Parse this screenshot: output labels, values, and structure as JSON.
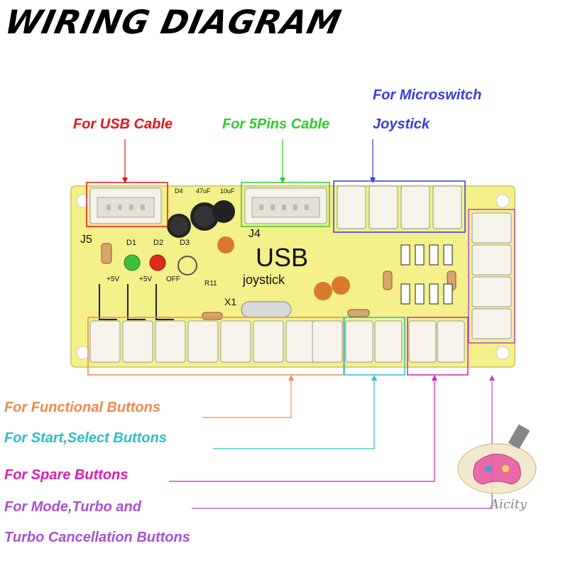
{
  "title": "WIRING DIAGRAM",
  "labels": {
    "usb_cable": "For USB Cable",
    "five_pins": "For 5Pins Cable",
    "microswitch_line1": "For Microswitch",
    "microswitch_line2": "Joystick",
    "functional": "For Functional Buttons",
    "start_select": "For Start,Select Buttons",
    "spare": "For Spare Buttons",
    "mode_turbo_line1": "For Mode,Turbo and",
    "mode_turbo_line2": "Turbo Cancellation Buttons"
  },
  "board": {
    "usb_text": "USB",
    "joystick_text": "joystick",
    "j5": "J5",
    "j4": "J4",
    "d1": "D1",
    "d2": "D2",
    "d3": "D3",
    "d4": "D4",
    "cap1": "47uF",
    "cap2": "10uF",
    "v1": "+5V",
    "v2": "+5V",
    "off": "OFF",
    "r11": "R11",
    "x1": "X1"
  },
  "watermark": "Aicity",
  "colors": {
    "usb": "#e8121a",
    "five_pins": "#2ecc2e",
    "microswitch": "#3a3adf",
    "functional": "#f08a4b",
    "start_select": "#2bbfc6",
    "spare": "#d61fb4",
    "mode_turbo": "#a64fd6",
    "board": "#f4f08a"
  }
}
